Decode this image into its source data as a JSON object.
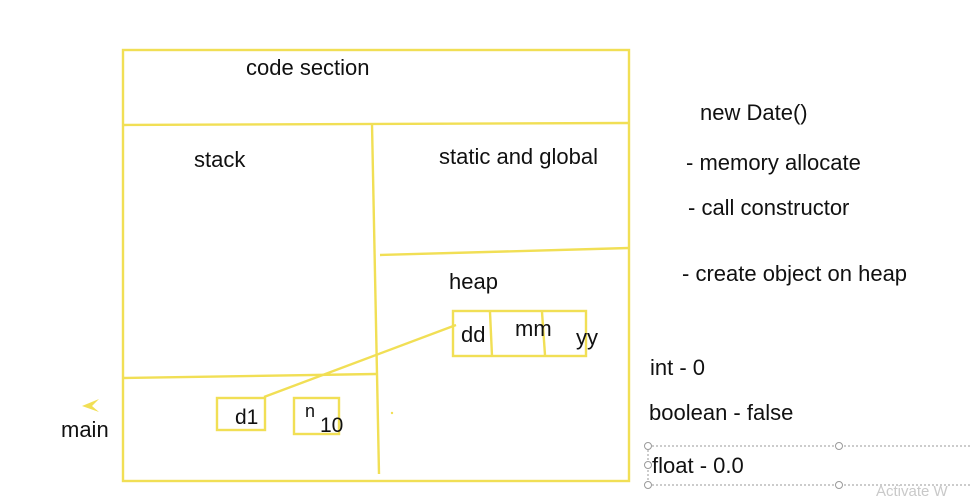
{
  "diagram": {
    "sections": {
      "code": "code section",
      "stack": "stack",
      "static": "static and global",
      "heap": "heap"
    },
    "heap_object": {
      "fields": [
        "dd",
        "mm",
        "yy"
      ]
    },
    "stack_vars": {
      "d1": "d1",
      "n_name": "n",
      "n_value": "10"
    },
    "frame_label": "main",
    "notes": {
      "title": "new Date()",
      "steps": [
        "- memory allocate",
        "- call constructor",
        "- create object on heap"
      ]
    },
    "defaults": [
      "int - 0",
      "boolean - false",
      "float - 0.0"
    ],
    "watermark": "Activate W",
    "colors": {
      "line": "#f1df55",
      "selection": "#9a9a9a"
    }
  }
}
